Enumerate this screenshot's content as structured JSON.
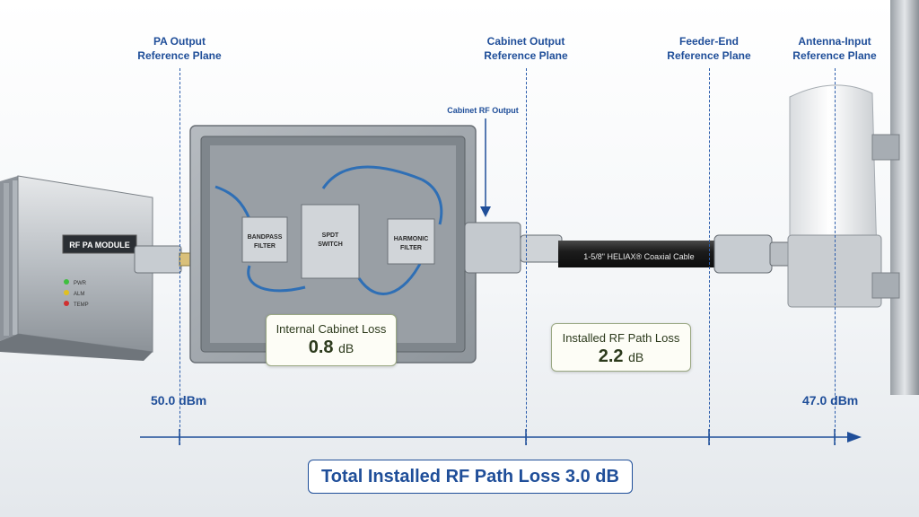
{
  "planes": [
    {
      "line1": "PA Output",
      "line2": "Reference Plane"
    },
    {
      "line1": "Cabinet Output",
      "line2": "Reference Plane"
    },
    {
      "line1": "Feeder-End",
      "line2": "Reference Plane"
    },
    {
      "line1": "Antenna-Input",
      "line2": "Reference Plane"
    }
  ],
  "callout": "Cabinet RF Output",
  "pa_module": {
    "label": "RF PA MODULE",
    "leds": [
      "PWR",
      "ALM",
      "TEMP"
    ],
    "led_colors": [
      "#3fbf3f",
      "#e0c020",
      "#d03030"
    ]
  },
  "cabinet": {
    "bandpass": [
      "BANDPASS",
      "FILTER"
    ],
    "switch": [
      "SPDT",
      "SWITCH"
    ],
    "harmonic": [
      "HARMONIC",
      "FILTER"
    ]
  },
  "cable_label": "1-5/8\" HELIAX® Coaxial Cable",
  "internal_loss": {
    "label": "Internal Cabinet Loss",
    "value": "0.8",
    "unit": "dB"
  },
  "path_loss": {
    "label": "Installed RF Path Loss",
    "value": "2.2",
    "unit": "dB"
  },
  "levels": {
    "pa_output": "50.0 dBm",
    "antenna_input": "47.0 dBm"
  },
  "total": {
    "label": "Total Installed RF Path Loss",
    "value": "3.0 dB"
  },
  "colors": {
    "accent": "#1f4e99",
    "loss_border": "#9aa883"
  }
}
